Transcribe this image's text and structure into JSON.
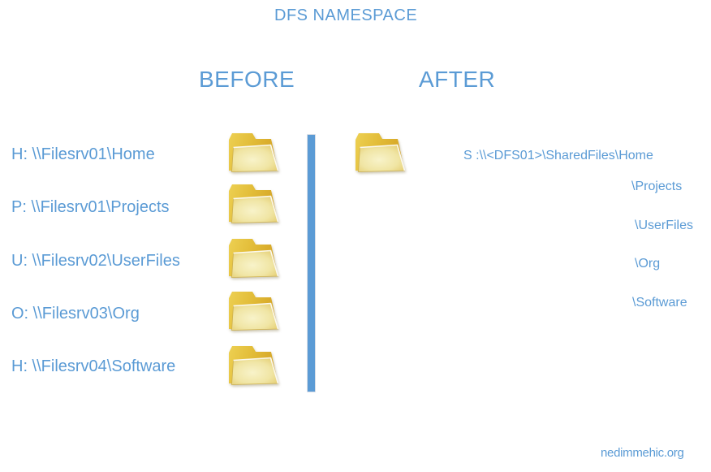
{
  "title": "DFS NAMESPACE",
  "before": {
    "heading": "BEFORE",
    "items": [
      "H: \\\\Filesrv01\\Home",
      "P: \\\\Filesrv01\\Projects",
      "U: \\\\Filesrv02\\UserFiles",
      "O: \\\\Filesrv03\\Org",
      "H: \\\\Filesrv04\\Software"
    ]
  },
  "after": {
    "heading": "AFTER",
    "root_path": "S :\\\\<DFS01>\\SharedFiles\\Home",
    "sub_paths": [
      "\\Projects",
      "\\UserFiles",
      "\\Org",
      "\\Software"
    ]
  },
  "footer": {
    "site": "nedimmehic.org"
  },
  "icons": {
    "folder": "open-folder-icon"
  },
  "colors": {
    "accent_blue": "#5B9BD5",
    "divider_blue": "#5B9BD5",
    "folder_back_dark": "#D5A425",
    "folder_back_light": "#EDD052",
    "folder_front_light": "#F8F3CA",
    "folder_front_dark": "#E2C866"
  }
}
